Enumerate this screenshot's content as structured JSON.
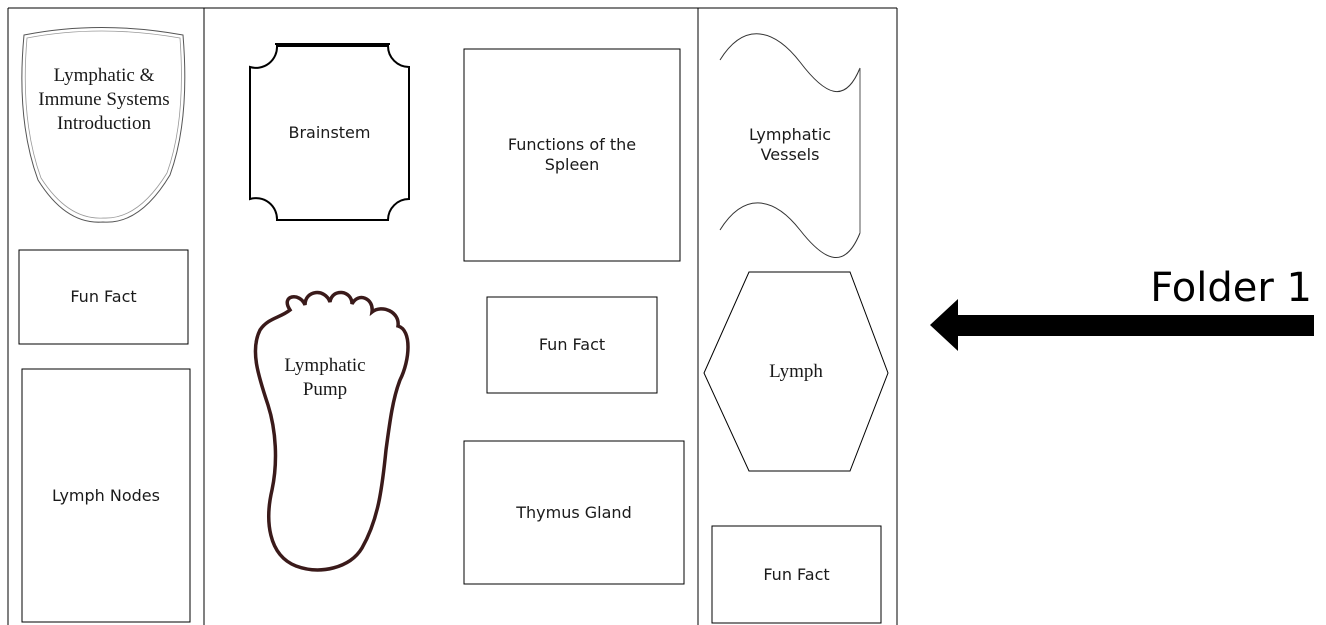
{
  "folder_label": "Folder 1",
  "panels": {
    "left": {
      "intro": "Lymphatic & Immune Systems Introduction",
      "fun_fact": "Fun Fact",
      "lymph_nodes": "Lymph Nodes"
    },
    "center": {
      "brainstem": "Brainstem",
      "lymphatic_pump": "Lymphatic Pump",
      "spleen": "Functions of the Spleen",
      "fun_fact": "Fun Fact",
      "thymus": "Thymus Gland"
    },
    "right": {
      "vessels": "Lymphatic Vessels",
      "lymph": "Lymph",
      "fun_fact": "Fun Fact"
    }
  },
  "colors": {
    "line": "#000000",
    "foot_outline": "#3a1a1a",
    "arrow": "#000000"
  }
}
